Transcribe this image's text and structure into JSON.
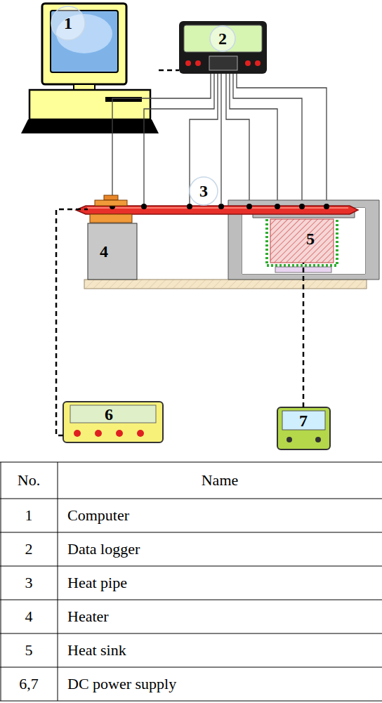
{
  "diagram": {
    "nodes": [
      {
        "text": [
          "1"
        ]
      },
      {
        "text": [
          "2"
        ]
      },
      {
        "text": [
          "3"
        ]
      },
      {
        "text": [
          "4"
        ]
      },
      {
        "text": [
          "5"
        ]
      },
      {
        "text": [
          "6"
        ]
      },
      {
        "text": [
          "7"
        ]
      }
    ],
    "edges": [
      {
        "from": 0,
        "to": 1,
        "arrow": "none"
      },
      {
        "from": 1,
        "to": 2,
        "arrow": "none"
      },
      {
        "from": 5,
        "to": 3,
        "arrow": "none"
      },
      {
        "from": 6,
        "to": 4,
        "arrow": "none"
      }
    ],
    "labels": [
      "No.",
      "Name",
      "1",
      "Computer",
      "2",
      "Data logger",
      "3",
      "Heat pipe",
      "4",
      "Heater",
      "5",
      "Heat sink",
      "6,7",
      "DC power supply"
    ]
  }
}
